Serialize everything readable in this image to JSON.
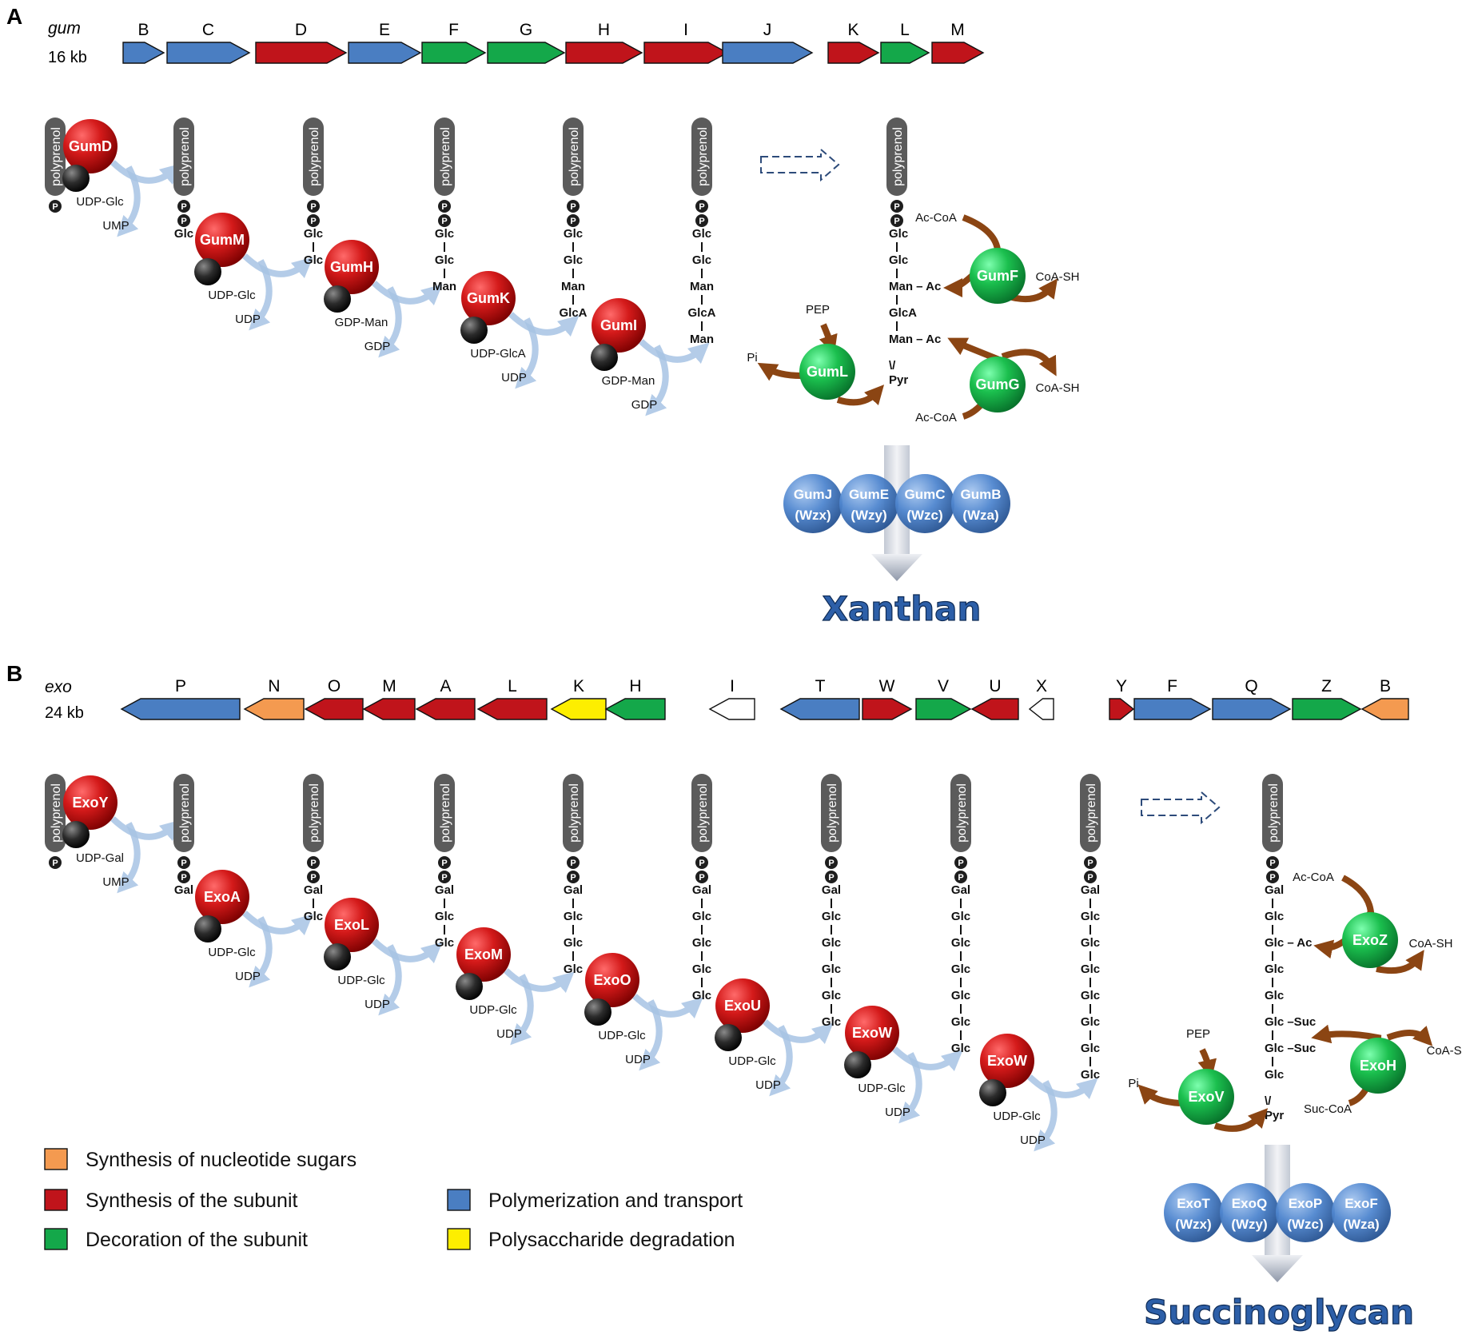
{
  "colors": {
    "nucleotide": "#f49a50",
    "synthesis": "#c0141b",
    "decoration": "#14a84a",
    "transport": "#4a7ec2",
    "degradation": "#fdee00",
    "none": "#ffffff",
    "arrow": "#8b4513",
    "blue_arrow": "#a8c4e4"
  },
  "panelA": {
    "label": "A",
    "operon": "gum",
    "size": "16 kb",
    "genes": [
      {
        "name": "B",
        "dir": "fwd",
        "cat": "transport"
      },
      {
        "name": "C",
        "dir": "fwd",
        "cat": "transport"
      },
      {
        "name": "D",
        "dir": "fwd",
        "cat": "synthesis"
      },
      {
        "name": "E",
        "dir": "fwd",
        "cat": "transport"
      },
      {
        "name": "F",
        "dir": "fwd",
        "cat": "decoration"
      },
      {
        "name": "G",
        "dir": "fwd",
        "cat": "decoration"
      },
      {
        "name": "H",
        "dir": "fwd",
        "cat": "synthesis"
      },
      {
        "name": "I",
        "dir": "fwd",
        "cat": "synthesis"
      },
      {
        "name": "J",
        "dir": "fwd",
        "cat": "transport"
      },
      {
        "name": "K",
        "dir": "fwd",
        "cat": "synthesis"
      },
      {
        "name": "L",
        "dir": "fwd",
        "cat": "decoration"
      },
      {
        "name": "M",
        "dir": "fwd",
        "cat": "synthesis"
      }
    ],
    "carrier": "polyprenol",
    "p": "P",
    "steps": [
      {
        "sugars": [],
        "enzyme": "GumD",
        "donor": "UDP-Glc",
        "product": "UMP"
      },
      {
        "sugars": [
          "Glc"
        ],
        "enzyme": "GumM",
        "donor": "UDP-Glc",
        "product": "UDP"
      },
      {
        "sugars": [
          "Glc",
          "Glc"
        ],
        "enzyme": "GumH",
        "donor": "GDP-Man",
        "product": "GDP"
      },
      {
        "sugars": [
          "Glc",
          "Glc",
          "Man"
        ],
        "enzyme": "GumK",
        "donor": "UDP-GlcA",
        "product": "UDP"
      },
      {
        "sugars": [
          "Glc",
          "Glc",
          "Man",
          "GlcA"
        ],
        "enzyme": "GumI",
        "donor": "GDP-Man",
        "product": "GDP"
      },
      {
        "sugars": [
          "Glc",
          "Glc",
          "Man",
          "GlcA",
          "Man"
        ],
        "enzyme": "",
        "donor": "",
        "product": ""
      }
    ],
    "final": {
      "sugars": [
        "Glc",
        "Glc",
        "Man – Ac",
        "GlcA",
        "Man – Ac",
        "\\/",
        "Pyr"
      ],
      "decorations": [
        {
          "enzyme": "GumF",
          "donor": "Ac-CoA",
          "product": "CoA-SH",
          "group": "Ac"
        },
        {
          "enzyme": "GumG",
          "donor": "Ac-CoA",
          "product": "CoA-SH",
          "group": "Ac"
        },
        {
          "enzyme": "GumL",
          "donor": "PEP",
          "product": "Pi"
        }
      ]
    },
    "transporters": [
      {
        "name": "GumJ",
        "alias": "(Wzx)"
      },
      {
        "name": "GumE",
        "alias": "(Wzy)"
      },
      {
        "name": "GumC",
        "alias": "(Wzc)"
      },
      {
        "name": "GumB",
        "alias": "(Wza)"
      }
    ],
    "product": "Xanthan"
  },
  "panelB": {
    "label": "B",
    "operon": "exo",
    "size": "24 kb",
    "genes": [
      {
        "name": "P",
        "dir": "rev",
        "cat": "transport"
      },
      {
        "name": "N",
        "dir": "rev",
        "cat": "nucleotide"
      },
      {
        "name": "O",
        "dir": "rev",
        "cat": "synthesis"
      },
      {
        "name": "M",
        "dir": "rev",
        "cat": "synthesis"
      },
      {
        "name": "A",
        "dir": "rev",
        "cat": "synthesis"
      },
      {
        "name": "L",
        "dir": "rev",
        "cat": "synthesis"
      },
      {
        "name": "K",
        "dir": "rev",
        "cat": "degradation"
      },
      {
        "name": "H",
        "dir": "rev",
        "cat": "decoration"
      },
      {
        "name": "I",
        "dir": "rev",
        "cat": "none"
      },
      {
        "name": "T",
        "dir": "rev",
        "cat": "transport"
      },
      {
        "name": "W",
        "dir": "fwd",
        "cat": "synthesis"
      },
      {
        "name": "V",
        "dir": "fwd",
        "cat": "decoration"
      },
      {
        "name": "U",
        "dir": "rev",
        "cat": "synthesis"
      },
      {
        "name": "X",
        "dir": "rev",
        "cat": "none"
      },
      {
        "name": "Y",
        "dir": "fwd",
        "cat": "synthesis"
      },
      {
        "name": "F",
        "dir": "fwd",
        "cat": "transport"
      },
      {
        "name": "Q",
        "dir": "fwd",
        "cat": "transport"
      },
      {
        "name": "Z",
        "dir": "fwd",
        "cat": "decoration"
      },
      {
        "name": "B",
        "dir": "rev",
        "cat": "nucleotide"
      }
    ],
    "carrier": "polyprenol",
    "p": "P",
    "steps": [
      {
        "sugars": [],
        "enzyme": "ExoY",
        "donor": "UDP-Gal",
        "product": "UMP"
      },
      {
        "sugars": [
          "Gal"
        ],
        "enzyme": "ExoA",
        "donor": "UDP-Glc",
        "product": "UDP"
      },
      {
        "sugars": [
          "Gal",
          "Glc"
        ],
        "enzyme": "ExoL",
        "donor": "UDP-Glc",
        "product": "UDP"
      },
      {
        "sugars": [
          "Gal",
          "Glc",
          "Glc"
        ],
        "enzyme": "ExoM",
        "donor": "UDP-Glc",
        "product": "UDP"
      },
      {
        "sugars": [
          "Gal",
          "Glc",
          "Glc",
          "Glc"
        ],
        "enzyme": "ExoO",
        "donor": "UDP-Glc",
        "product": "UDP"
      },
      {
        "sugars": [
          "Gal",
          "Glc",
          "Glc",
          "Glc",
          "Glc"
        ],
        "enzyme": "ExoU",
        "donor": "UDP-Glc",
        "product": "UDP"
      },
      {
        "sugars": [
          "Gal",
          "Glc",
          "Glc",
          "Glc",
          "Glc",
          "Glc"
        ],
        "enzyme": "ExoW",
        "donor": "UDP-Glc",
        "product": "UDP"
      },
      {
        "sugars": [
          "Gal",
          "Glc",
          "Glc",
          "Glc",
          "Glc",
          "Glc",
          "Glc"
        ],
        "enzyme": "ExoW",
        "donor": "UDP-Glc",
        "product": "UDP"
      },
      {
        "sugars": [
          "Gal",
          "Glc",
          "Glc",
          "Glc",
          "Glc",
          "Glc",
          "Glc",
          "Glc"
        ],
        "enzyme": "",
        "donor": "",
        "product": ""
      }
    ],
    "final": {
      "sugars": [
        "Gal",
        "Glc",
        "Glc – Ac",
        "Glc",
        "Glc",
        "Glc –Suc",
        "Glc –Suc",
        "Glc",
        "\\/",
        "Pyr"
      ],
      "decorations": [
        {
          "enzyme": "ExoZ",
          "donor": "Ac-CoA",
          "product": "CoA-SH",
          "group": "Ac"
        },
        {
          "enzyme": "ExoH",
          "donor": "Suc-CoA",
          "product": "CoA-SH",
          "group": "Suc"
        },
        {
          "enzyme": "ExoV",
          "donor": "PEP",
          "product": "Pi"
        }
      ]
    },
    "transporters": [
      {
        "name": "ExoT",
        "alias": "(Wzx)"
      },
      {
        "name": "ExoQ",
        "alias": "(Wzy)"
      },
      {
        "name": "ExoP",
        "alias": "(Wzc)"
      },
      {
        "name": "ExoF",
        "alias": "(Wza)"
      }
    ],
    "product": "Succinoglycan"
  },
  "legend": [
    {
      "cat": "nucleotide",
      "label": "Synthesis of nucleotide sugars"
    },
    {
      "cat": "synthesis",
      "label": "Synthesis of the subunit"
    },
    {
      "cat": "decoration",
      "label": "Decoration of the subunit"
    },
    {
      "cat": "transport",
      "label": "Polymerization and transport"
    },
    {
      "cat": "degradation",
      "label": "Polysaccharide degradation"
    }
  ]
}
